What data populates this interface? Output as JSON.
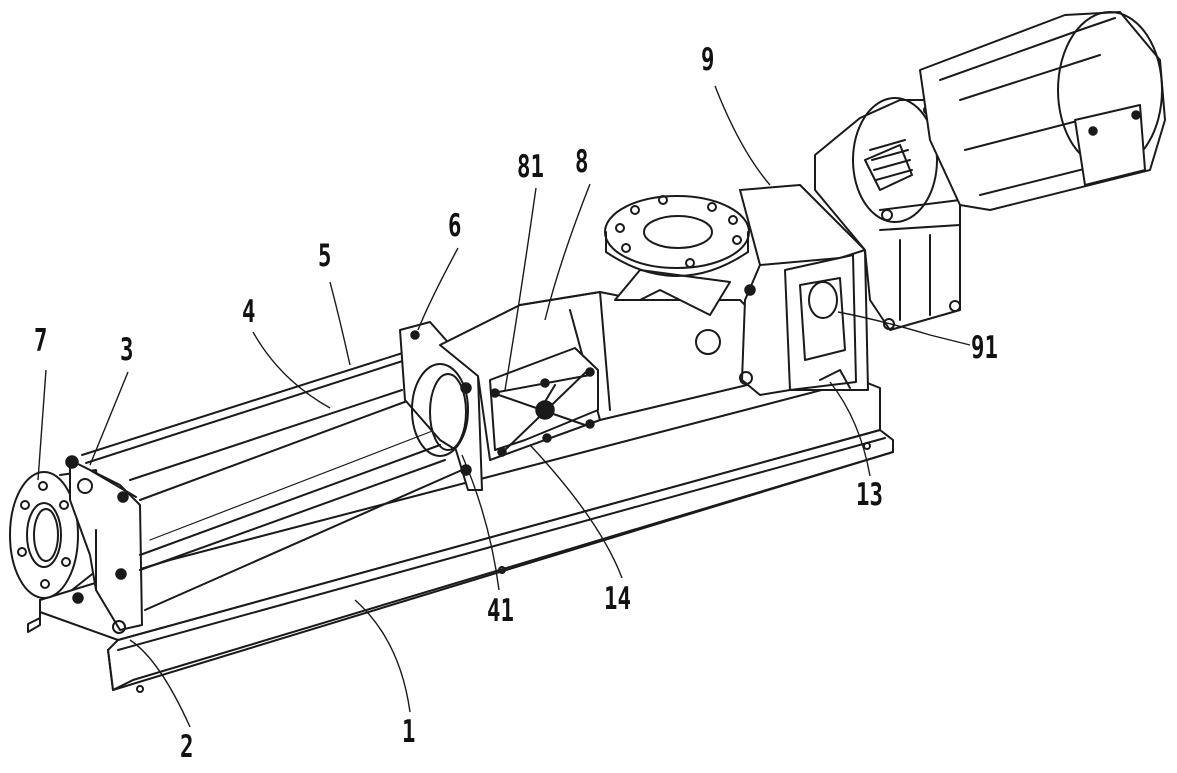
{
  "labels": {
    "l1": "1",
    "l2": "2",
    "l3": "3",
    "l4": "4",
    "l5": "5",
    "l6": "6",
    "l7": "7",
    "l8": "8",
    "l9": "9",
    "l13": "13",
    "l14": "14",
    "l41": "41",
    "l81": "81",
    "l91": "91"
  }
}
